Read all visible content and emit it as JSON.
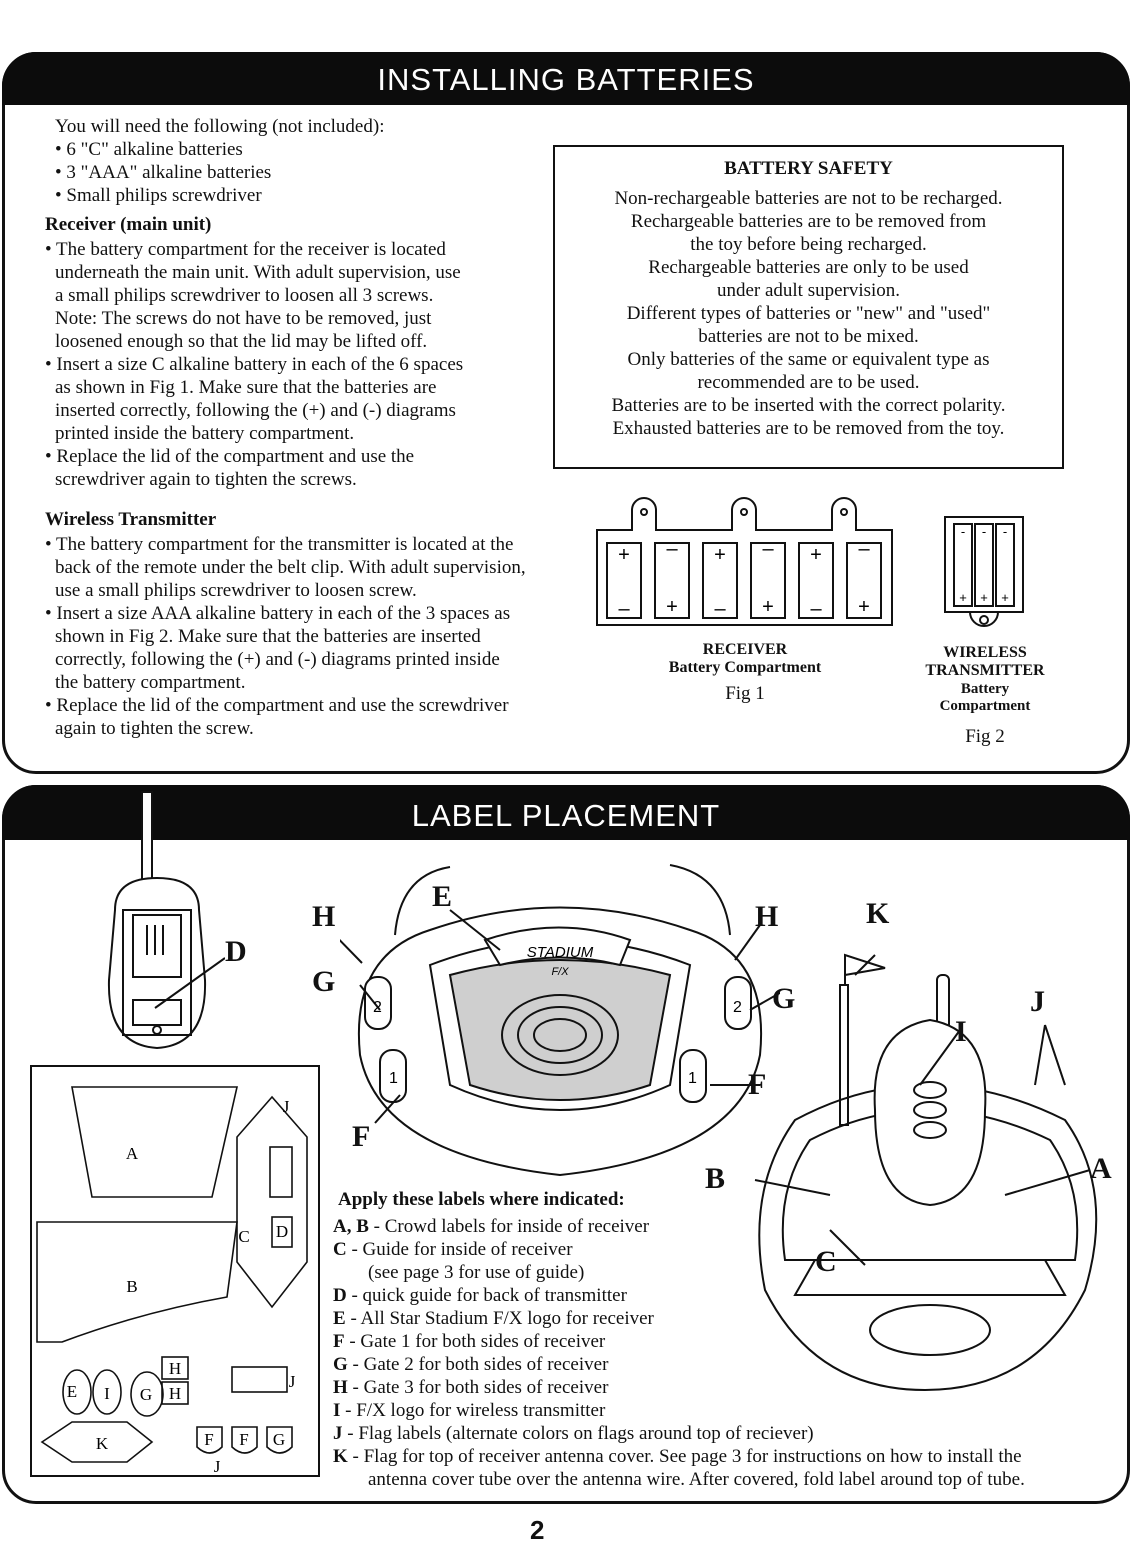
{
  "batteries": {
    "title": "INSTALLING BATTERIES",
    "intro": "You will need the following (not included):",
    "needs": [
      "• 6 \"C\" alkaline batteries",
      "• 3 \"AAA\" alkaline batteries",
      "• Small philips screwdriver"
    ],
    "receiver_heading": "Receiver (main unit)",
    "receiver_lines": [
      "• The battery compartment for the receiver is located",
      "underneath the main unit. With adult supervision, use",
      "a small philips screwdriver to loosen all 3 screws.",
      "Note: The screws do not have to be removed, just",
      "loosened enough so that the lid may be lifted off.",
      "• Insert a size C alkaline battery in each of the 6 spaces",
      "as shown in Fig 1. Make sure that the batteries are",
      "inserted correctly, following the (+) and (-) diagrams",
      "printed inside the battery compartment.",
      "• Replace the lid of the compartment and use the",
      "screwdriver again to tighten the screws."
    ],
    "transmitter_heading": "Wireless Transmitter",
    "transmitter_lines": [
      "• The battery compartment for the transmitter is located at the",
      "back of the remote under the belt clip. With adult supervision,",
      "use a small philips screwdriver to loosen screw.",
      "• Insert a size AAA alkaline battery in each of the 3 spaces as",
      "shown in Fig 2. Make sure that the batteries are inserted",
      "correctly, following the (+) and (-) diagrams printed inside",
      "the battery compartment.",
      "• Replace the lid of the compartment and use the screwdriver",
      "again to tighten the screw."
    ],
    "safety": {
      "title": "BATTERY SAFETY",
      "lines": [
        "Non-rechargeable batteries are not to be recharged.",
        "Rechargeable batteries are to be removed from",
        "the toy before being recharged.",
        "Rechargeable batteries are only to be used",
        "under adult supervision.",
        "Different types of batteries or \"new\" and \"used\"",
        "batteries are not to be mixed.",
        "Only batteries of the same or equivalent type as",
        "recommended are to be used.",
        "Batteries are to be inserted with the correct polarity.",
        "Exhausted batteries are to be removed from the toy."
      ]
    },
    "fig1": {
      "l1": "RECEIVER",
      "l2": "Battery Compartment",
      "fig": "Fig 1"
    },
    "fig2": {
      "l1": "WIRELESS",
      "l2": "TRANSMITTER",
      "l3": "Battery",
      "l4": "Compartment",
      "fig": "Fig 2"
    }
  },
  "labels": {
    "title": "LABEL PLACEMENT",
    "heading": "Apply these labels where indicated:",
    "items": [
      {
        "k": "A, B",
        "v": " - Crowd labels for inside of receiver"
      },
      {
        "k": "C",
        "v": " - Guide for inside of receiver"
      },
      {
        "k": "",
        "v": "(see page 3 for use of guide)"
      },
      {
        "k": "D",
        "v": " - quick guide for back of transmitter"
      },
      {
        "k": "E",
        "v": " - All Star Stadium F/X logo for receiver"
      },
      {
        "k": "F",
        "v": " - Gate 1 for both sides of receiver"
      },
      {
        "k": "G",
        "v": " - Gate 2 for both sides of receiver"
      },
      {
        "k": "H",
        "v": " - Gate 3 for both sides of receiver"
      },
      {
        "k": "I",
        "v": " - F/X logo for wireless transmitter"
      },
      {
        "k": "J",
        "v": " - Flag labels (alternate colors on flags around top of reciever)"
      },
      {
        "k": "K",
        "v": " - Flag for top of receiver antenna cover. See page 3 for instructions on how to install the"
      },
      {
        "k": "",
        "v": "antenna cover tube over the antenna wire. After covered, fold label around top of tube."
      }
    ],
    "letters": {
      "A": "A",
      "B": "B",
      "C": "C",
      "D": "D",
      "E": "E",
      "F": "F",
      "G": "G",
      "H": "H",
      "I": "I",
      "J": "J",
      "K": "K"
    },
    "gate1": "1",
    "gate2": "2",
    "logo": "STADIUM",
    "logo2": "F/X"
  },
  "page_number": "2"
}
